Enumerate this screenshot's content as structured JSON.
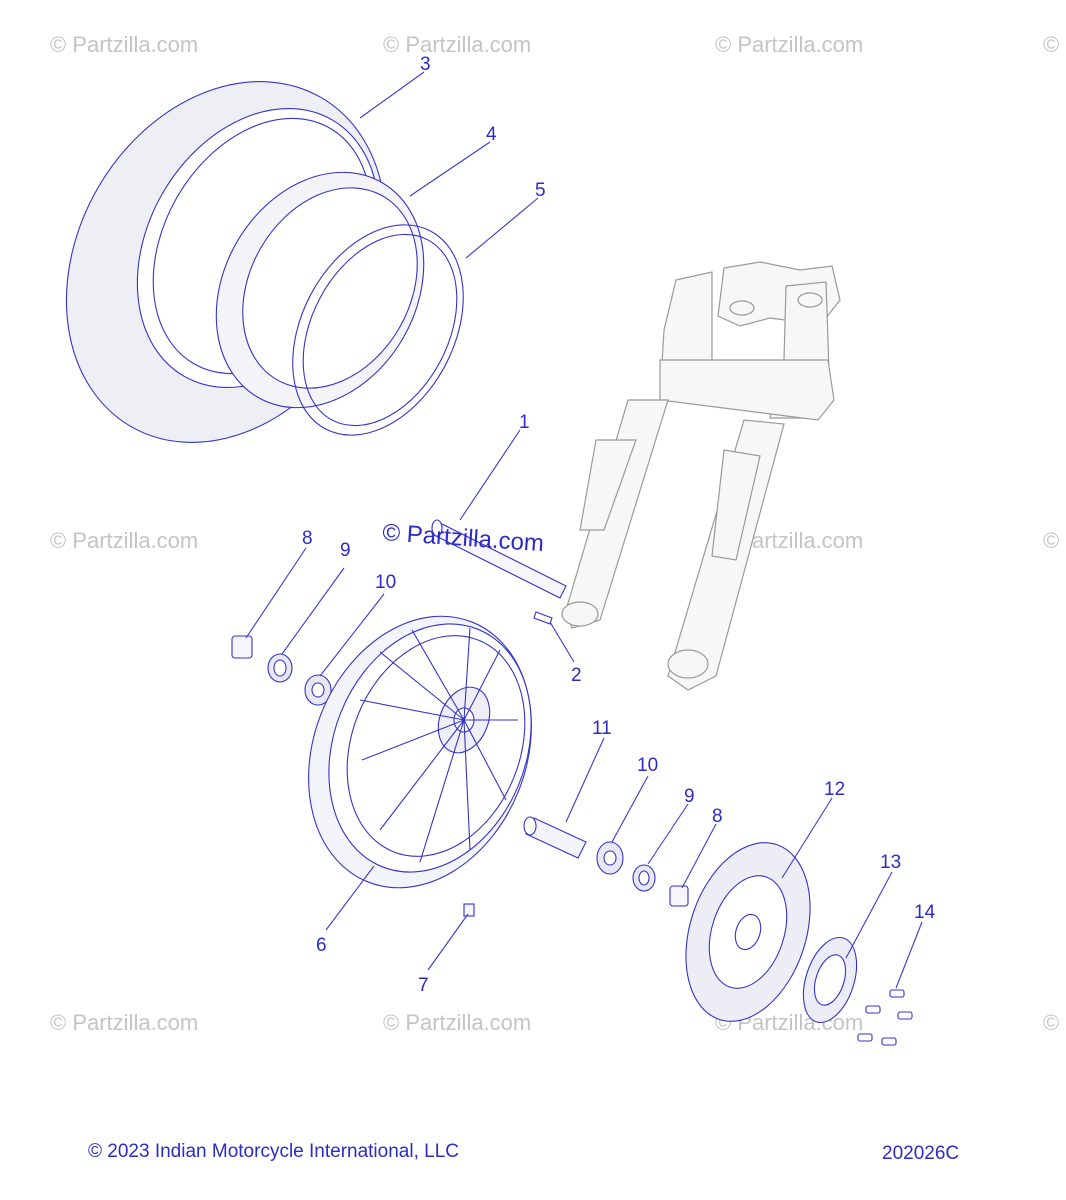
{
  "watermark": "© Partzilla.com",
  "callouts": {
    "p1": "1",
    "p2": "2",
    "p3": "3",
    "p4": "4",
    "p5": "5",
    "p6": "6",
    "p7": "7",
    "p8a": "8",
    "p8b": "8",
    "p9a": "9",
    "p9b": "9",
    "p10a": "10",
    "p10b": "10",
    "p11": "11",
    "p12": "12",
    "p13": "13",
    "p14": "14"
  },
  "footer": {
    "copyright": "© 2023 Indian Motorcycle International, LLC",
    "diagram_code": "202026C"
  },
  "colors": {
    "line_art": "#3434c8",
    "callout_text": "#2b2bc8",
    "watermark": "#c4c4c4",
    "fork_outline": "#9a9a9a"
  }
}
